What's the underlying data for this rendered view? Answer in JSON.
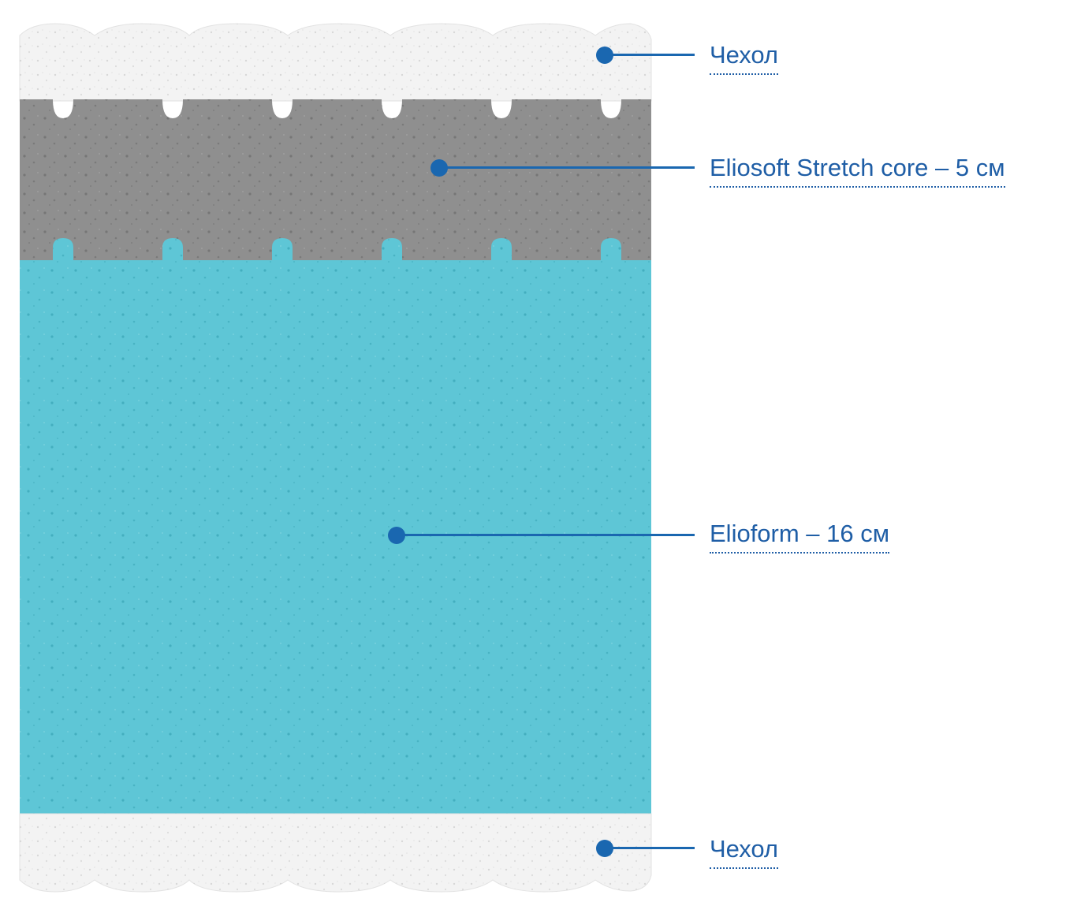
{
  "colors": {
    "cover": "#f3f3f3",
    "cover_texture": "#d9d9d9",
    "cover_edge": "#e2e2e2",
    "stretch_core": "#8f8f8f",
    "stretch_core_pore": "#6c6c6c",
    "elioform": "#5ec6d6",
    "elioform_pore": "#3da9ba",
    "callout": "#1a67b0",
    "label_text": "#1f5ea6"
  },
  "layers": [
    {
      "id": "cover-top",
      "label": "Чехол"
    },
    {
      "id": "stretch-core",
      "label": "Eliosoft Stretch core – 5 см"
    },
    {
      "id": "elioform",
      "label": "Elioform – 16 см"
    },
    {
      "id": "cover-bottom",
      "label": "Чехол"
    }
  ]
}
